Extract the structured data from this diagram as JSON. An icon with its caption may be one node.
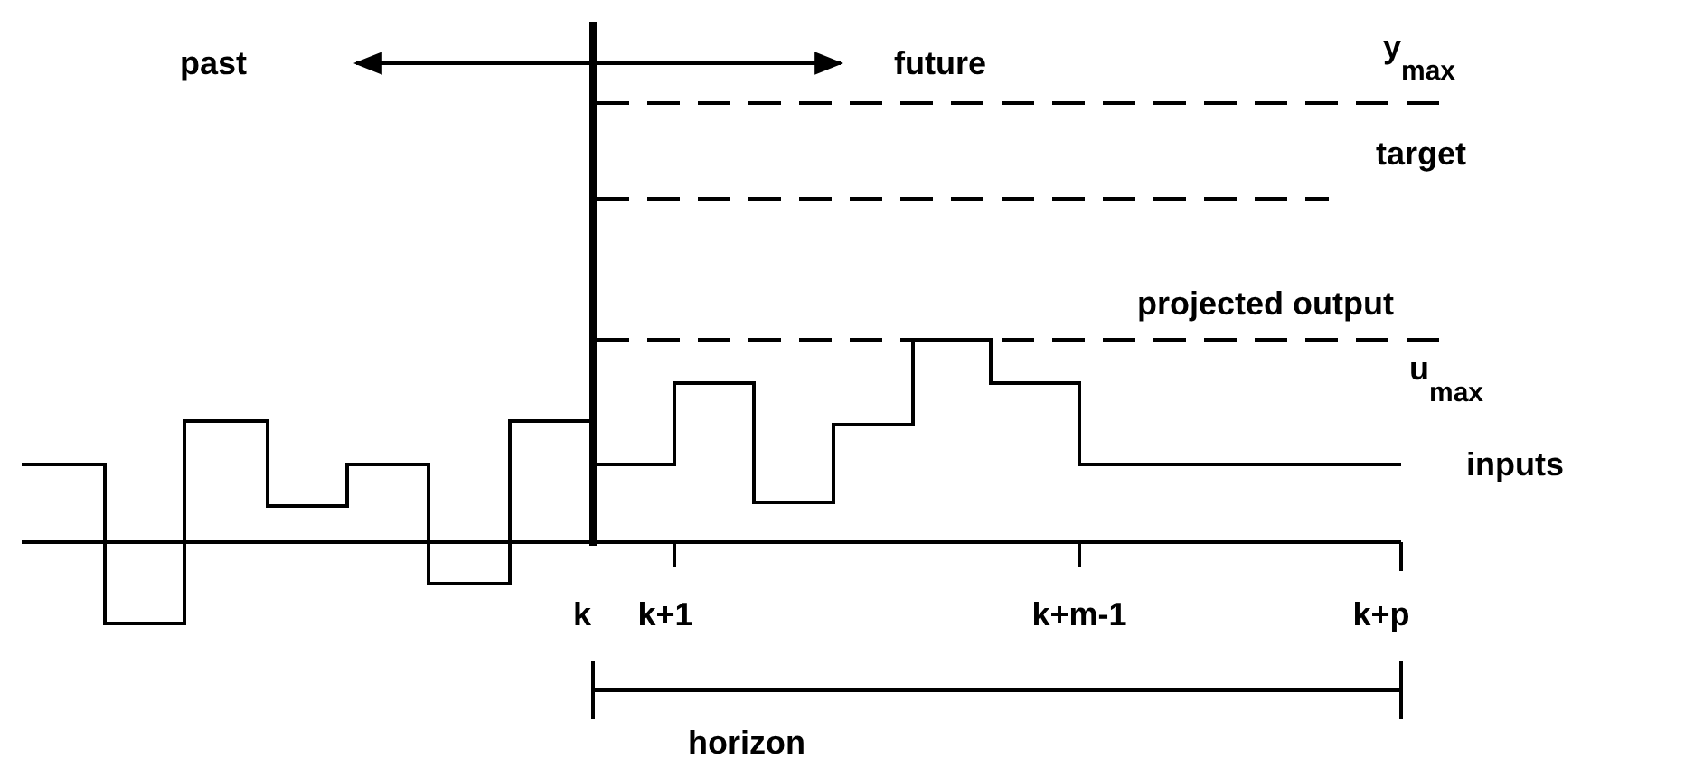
{
  "diagram": {
    "labels": [
      "past",
      "future",
      "y$_{max}$",
      "target",
      "projected output",
      "u$_{max}$",
      "inputs",
      "k",
      "k+1",
      "k+m-1",
      "k+p",
      "horizon"
    ]
  }
}
